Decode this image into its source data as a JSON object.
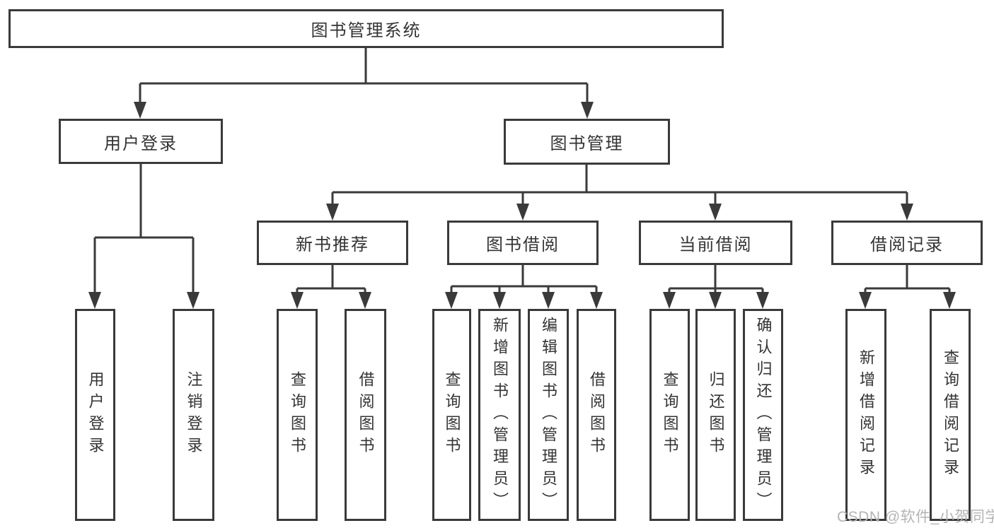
{
  "colors": {
    "line": "#3a3a3a",
    "text": "#333333",
    "watermark": "#b4b4b4",
    "background": "#ffffff"
  },
  "watermark": "CSDN @软件_小贺同学",
  "tree": {
    "root": {
      "label": "图书管理系统",
      "children": [
        {
          "label": "用户登录",
          "children": [
            {
              "label": "用户登录"
            },
            {
              "label": "注销登录"
            }
          ]
        },
        {
          "label": "图书管理",
          "children": [
            {
              "label": "新书推荐",
              "children": [
                {
                  "label": "查询图书"
                },
                {
                  "label": "借阅图书"
                }
              ]
            },
            {
              "label": "图书借阅",
              "children": [
                {
                  "label": "查询图书"
                },
                {
                  "label": "新增图书（管理员）"
                },
                {
                  "label": "编辑图书（管理员）"
                },
                {
                  "label": "借阅图书"
                }
              ]
            },
            {
              "label": "当前借阅",
              "children": [
                {
                  "label": "查询图书"
                },
                {
                  "label": "归还图书"
                },
                {
                  "label": "确认归还（管理员）"
                }
              ]
            },
            {
              "label": "借阅记录",
              "children": [
                {
                  "label": "新增借阅记录"
                },
                {
                  "label": "查询借阅记录"
                }
              ]
            }
          ]
        }
      ]
    }
  }
}
